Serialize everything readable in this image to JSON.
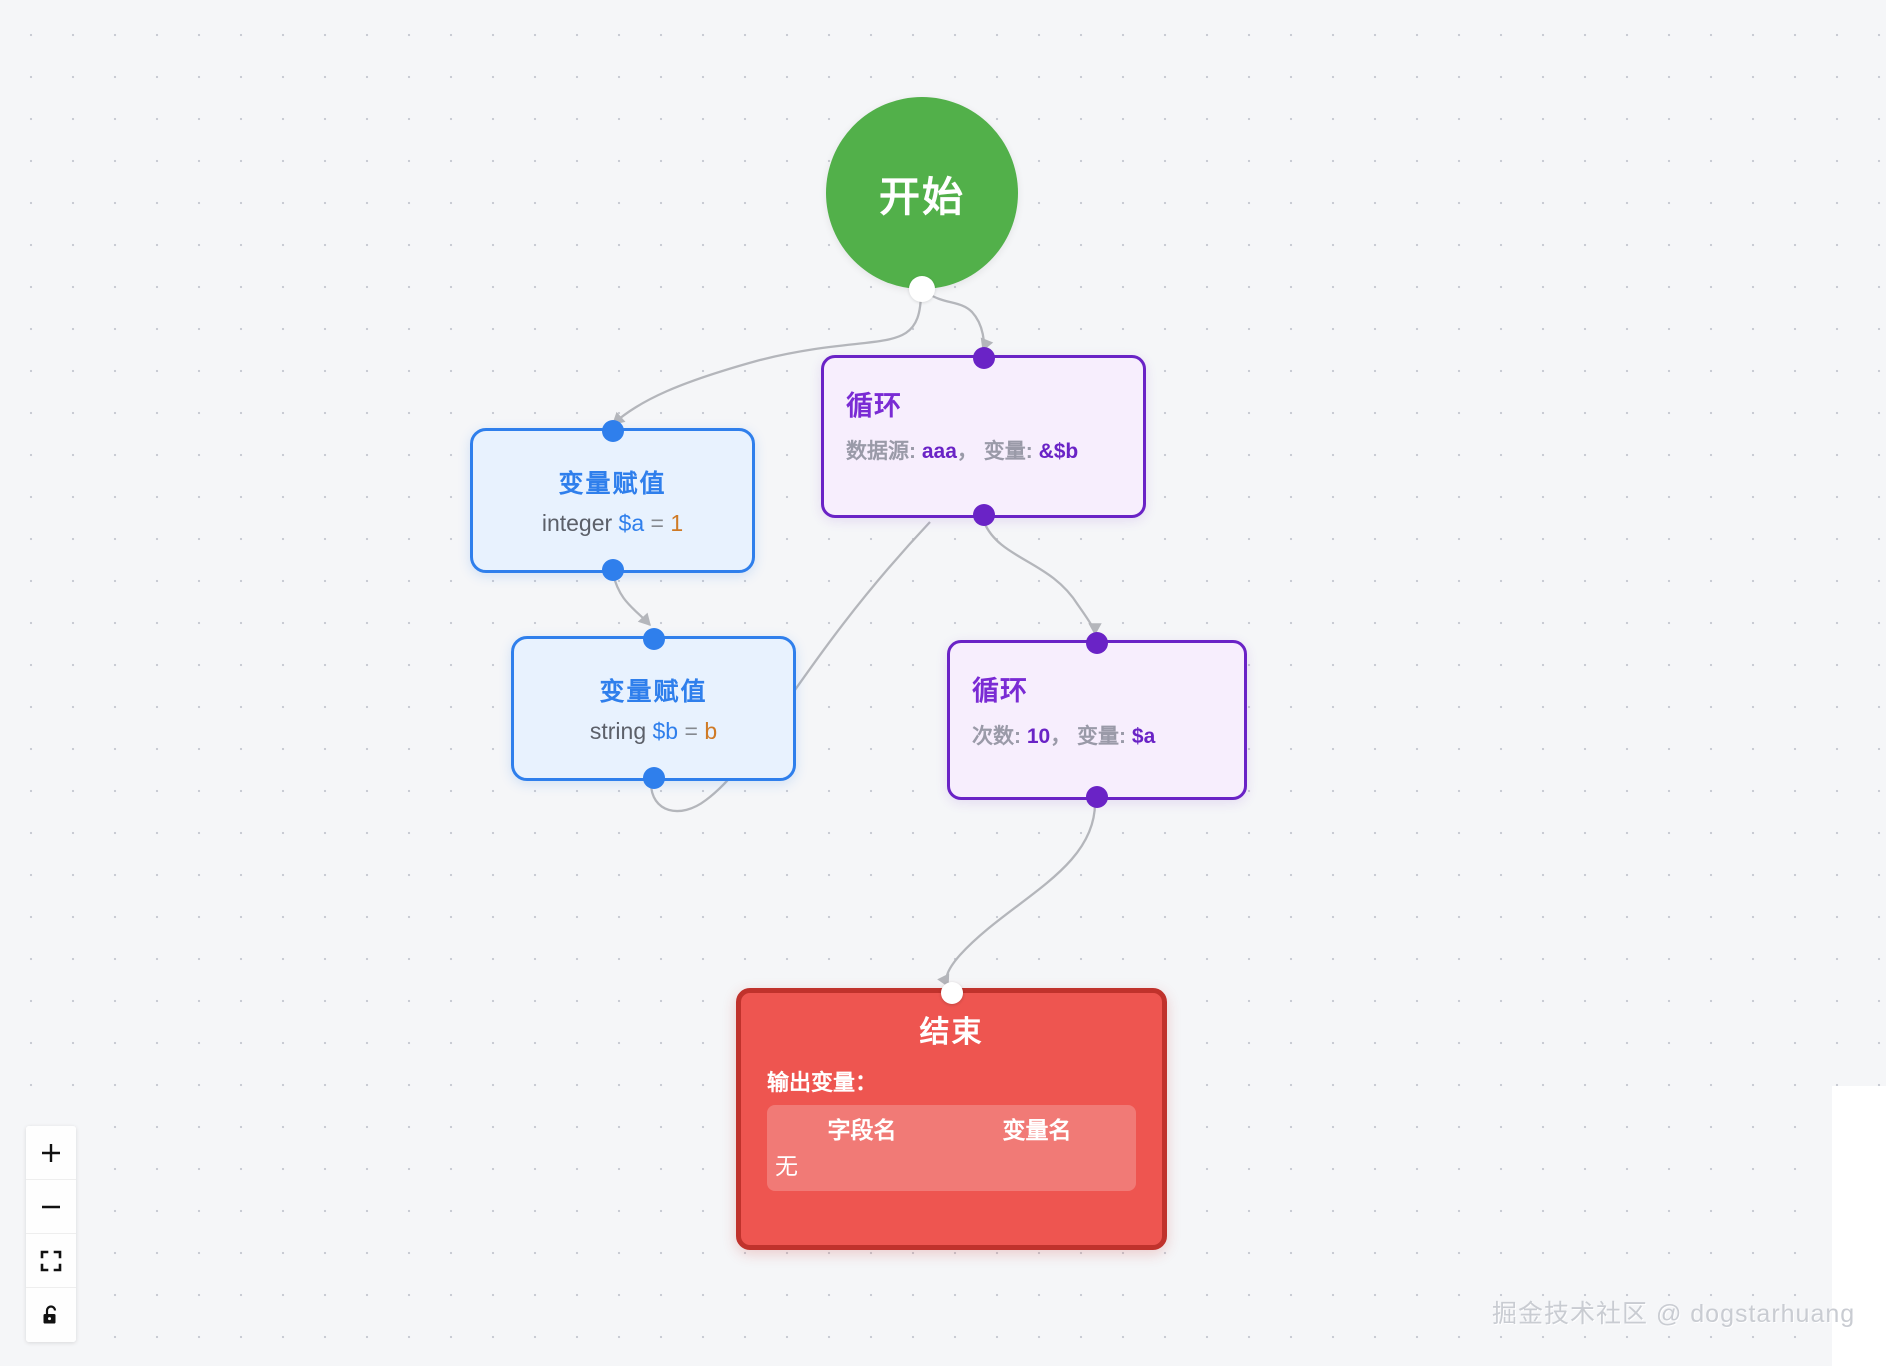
{
  "canvas": {
    "background_color": "#f5f6f8",
    "dot_color": "#c9ccd4"
  },
  "nodes": {
    "start": {
      "title": "开始",
      "color": "#52b04a",
      "text_color": "#ffffff"
    },
    "assign_1": {
      "title": "变量赋值",
      "type": "integer",
      "variable": "$a",
      "equals": "=",
      "value": "1",
      "border_color": "#2f7fec",
      "fill_color": "#e8f2fe"
    },
    "assign_2": {
      "title": "变量赋值",
      "type": "string",
      "variable": "$b",
      "equals": "=",
      "value": "b",
      "border_color": "#2f7fec",
      "fill_color": "#e8f2fe"
    },
    "loop_1": {
      "title": "循环",
      "label_1": "数据源:",
      "value_1": "aaa",
      "separator": "，",
      "label_2": "变量:",
      "value_2": "&$b",
      "border_color": "#6a23c6",
      "fill_color": "#f7eefd"
    },
    "loop_2": {
      "title": "循环",
      "label_1": "次数:",
      "value_1": "10",
      "separator": "，",
      "label_2": "变量:",
      "value_2": "$a",
      "border_color": "#6a23c6",
      "fill_color": "#f7eefd"
    },
    "end": {
      "title": "结束",
      "output_label": "输出变量：",
      "table": {
        "headers": [
          "字段名",
          "变量名"
        ],
        "rows": [
          [
            "无",
            ""
          ]
        ]
      },
      "fill_color": "#ee5550",
      "border_color": "#c0322c"
    }
  },
  "controls": {
    "zoom_in": {
      "icon": "plus-icon",
      "tooltip": "zoom in"
    },
    "zoom_out": {
      "icon": "minus-icon",
      "tooltip": "zoom out"
    },
    "fit_view": {
      "icon": "fit-view-icon",
      "tooltip": "fit view"
    },
    "lock": {
      "icon": "unlock-icon",
      "tooltip": "toggle interactivity"
    }
  },
  "watermark": {
    "text": "掘金技术社区 @ dogstarhuang"
  }
}
